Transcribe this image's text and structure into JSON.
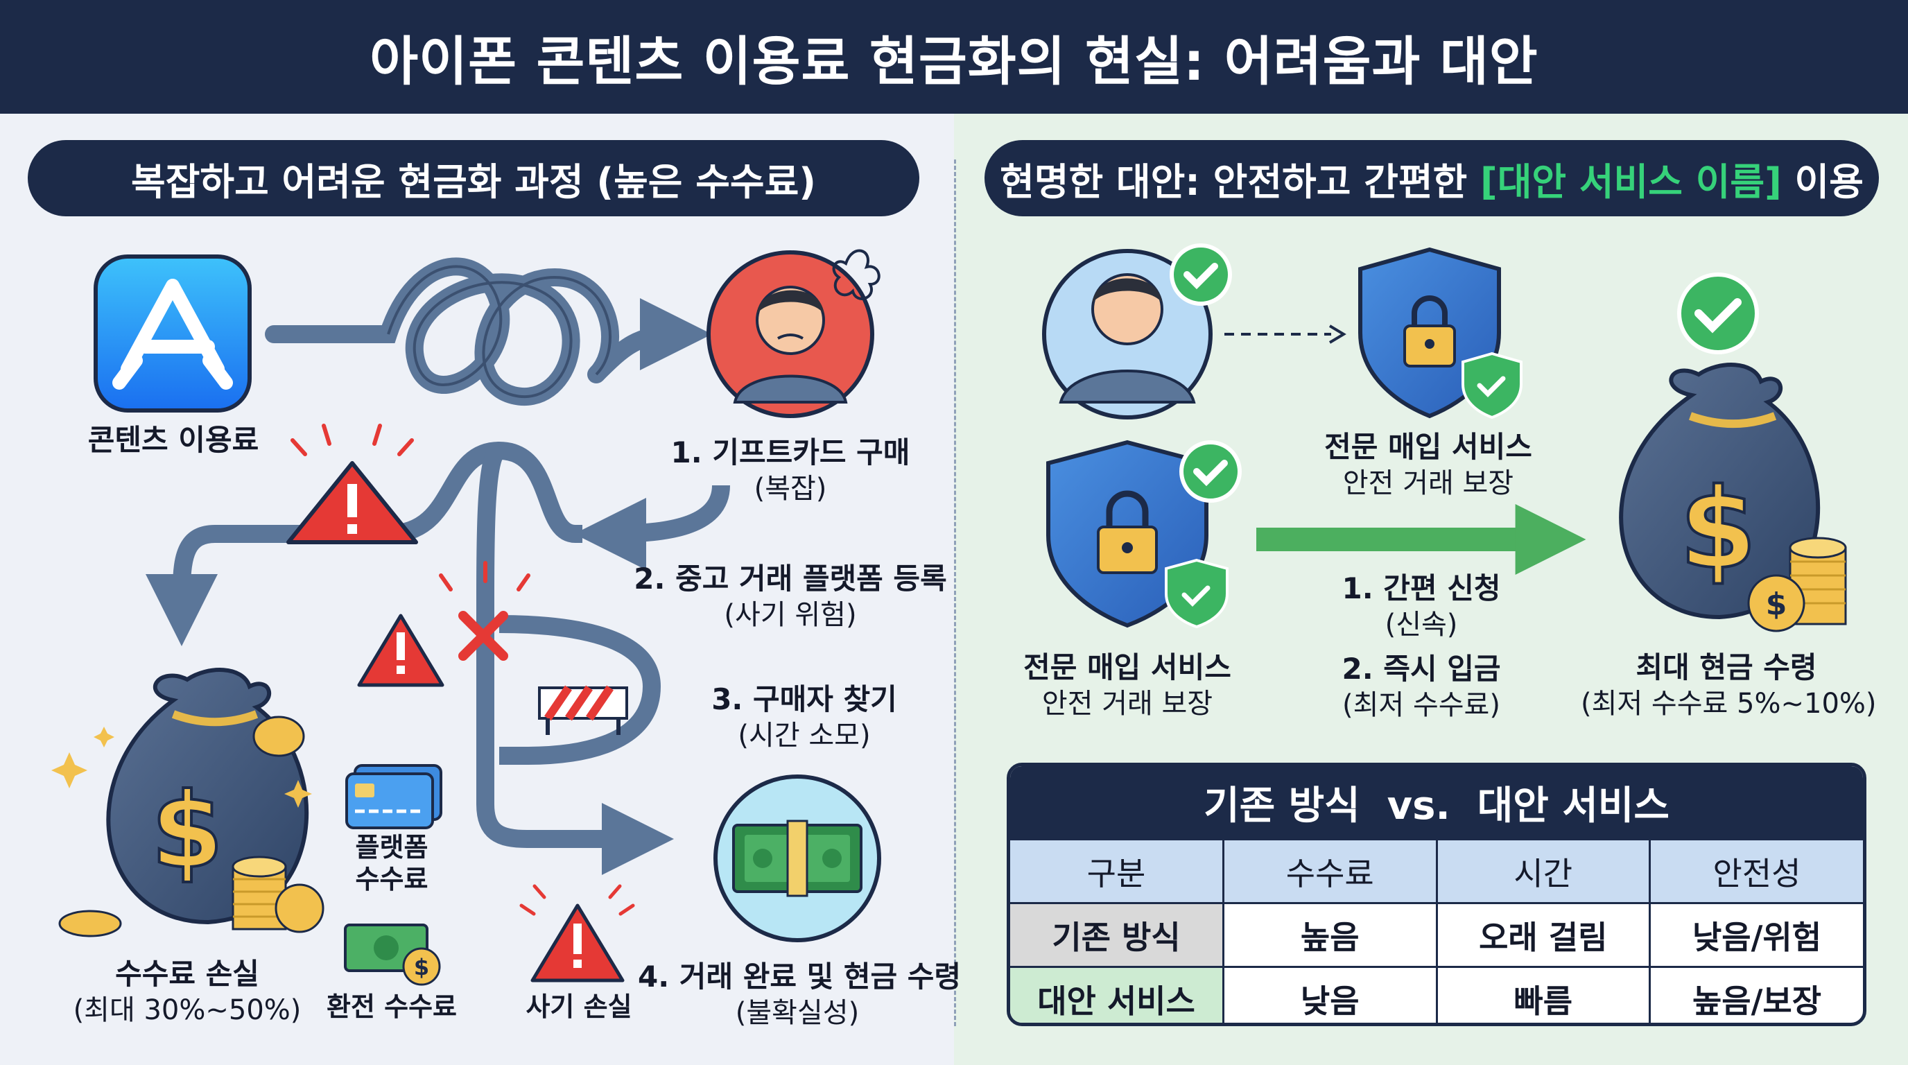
{
  "title": "아이폰 콘텐츠 이용료 현금화의 현실: 어려움과 대안",
  "left": {
    "header": "복잡하고 어려운 현금화 과정 (높은 수수료)",
    "app_label": "콘텐츠 이용료",
    "steps": [
      {
        "title": "1. 기프트카드 구매",
        "sub": "(복잡)"
      },
      {
        "title": "2. 중고 거래 플랫폼 등록",
        "sub": "(사기 위험)"
      },
      {
        "title": "3. 구매자 찾기",
        "sub": "(시간 소모)"
      },
      {
        "title": "4. 거래 완료 및 현금 수령",
        "sub": "(불확실성)"
      }
    ],
    "fees": {
      "platform_fee": "플랫폼\n수수료",
      "exchange_fee": "환전 수수료",
      "fraud_loss": "사기 손실",
      "fee_loss_title": "수수료 손실",
      "fee_loss_sub": "(최대 30%~50%)"
    }
  },
  "right": {
    "header_prefix": "현명한 대안: 안전하고 간편한 ",
    "header_highlight": "[대안 서비스 이름]",
    "header_suffix": " 이용",
    "service_title": "전문 매입 서비스",
    "service_sub": "안전 거래 보장",
    "steps": [
      {
        "title": "1. 간편 신청",
        "sub": "(신속)"
      },
      {
        "title": "2. 즉시 입금",
        "sub": "(최저 수수료)"
      }
    ],
    "result_title": "최대 현금 수령",
    "result_sub": "(최저 수수료 5%~10%)"
  },
  "table": {
    "title": "기존 방식  vs.  대안 서비스",
    "headers": [
      "구분",
      "수수료",
      "시간",
      "안전성"
    ],
    "rows": [
      [
        "기존 방식",
        "높음",
        "오래 걸림",
        "낮음/위험"
      ],
      [
        "대안 서비스",
        "낮음",
        "빠름",
        "높음/보장"
      ]
    ]
  },
  "colors": {
    "navy": "#1c2a48",
    "accent_green": "#36d27a",
    "left_bg": "#eef1f7",
    "right_bg": "#e6f2e8",
    "warning_red": "#e53935",
    "arrow_green": "#4caf5f",
    "path_steel": "#5b7699"
  },
  "icons": [
    "app-store-icon",
    "tangled-path-icon",
    "stressed-person-icon",
    "warning-icon",
    "money-bag-icon",
    "coin-stack-icon",
    "credit-card-icon",
    "banknote-icon",
    "barrier-icon",
    "cross-mark-icon",
    "person-icon",
    "shield-lock-icon",
    "check-icon"
  ]
}
